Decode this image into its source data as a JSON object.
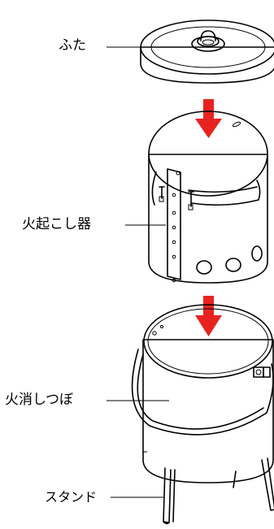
{
  "labels": {
    "lid": "ふた",
    "fire_starter": "火起こし器",
    "extinguisher_pot": "火消しつぼ",
    "stand": "スタンド"
  },
  "colors": {
    "arrow": "#e8231f",
    "disc": "#b9b9b9",
    "outline": "#000000"
  }
}
